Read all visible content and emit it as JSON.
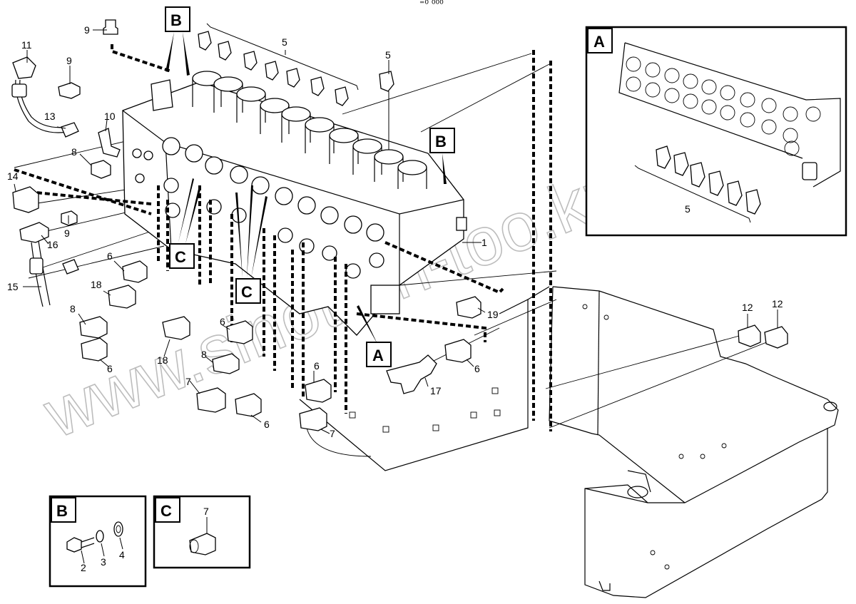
{
  "header": {
    "doc_code": "⁼⁰ ⁰⁰⁰"
  },
  "watermark": {
    "text": "www.sinotron-too.kz"
  },
  "callouts": {
    "n1": "1",
    "n5_top": "5",
    "n5_right": "5",
    "n5_inset": "5",
    "n6_a": "6",
    "n6_b": "6",
    "n6_c": "6",
    "n6_d": "6",
    "n6_e": "6",
    "n6_f": "6",
    "n7_a": "7",
    "n7_b": "7",
    "n7_c": "7",
    "n8_a": "8",
    "n8_b": "8",
    "n8_c": "8",
    "n9_top": "9",
    "n9_mid": "9",
    "n9_low": "9",
    "n10": "10",
    "n11": "11",
    "n12_a": "12",
    "n12_b": "12",
    "n13": "13",
    "n14": "14",
    "n15": "15",
    "n16": "16",
    "n17": "17",
    "n18_a": "18",
    "n18_b": "18",
    "n19": "19",
    "n2": "2",
    "n3": "3",
    "n4": "4"
  },
  "detail_labels": {
    "a_main": "A",
    "a_inset": "A",
    "b_top": "B",
    "b_right": "B",
    "b_box": "B",
    "c_left": "C",
    "c_mid": "C",
    "c_box": "C"
  }
}
